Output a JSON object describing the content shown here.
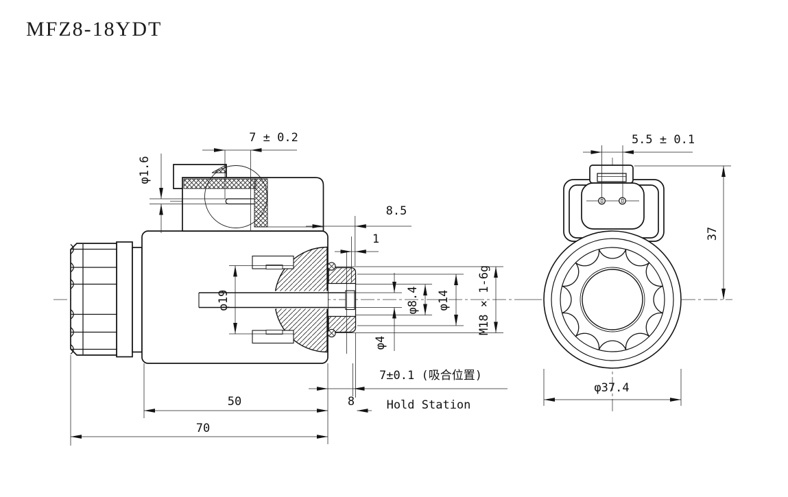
{
  "title": "MFZ8-18YDT",
  "side_view": {
    "dims": {
      "terminal_pin_offset": "7 ± 0.2",
      "terminal_pin_dia": "φ1.6",
      "plug_depth": "8.5",
      "washer_thickness": "1",
      "armature_dia": "φ19",
      "bore_dia": "φ8.4",
      "seat_dia": "φ14",
      "thread_spec": "M18 × 1-6g",
      "push_pin_dia": "φ4",
      "stroke_dim": "7±0.1 (吸合位置)",
      "stroke_label_en": "Hold Station",
      "coil_length": "50",
      "thread_length": "8",
      "total_length": "70"
    }
  },
  "front_view": {
    "dims": {
      "terminal_spacing": "5.5 ± 0.1",
      "center_height": "37",
      "outer_dia": "φ37.4"
    }
  }
}
